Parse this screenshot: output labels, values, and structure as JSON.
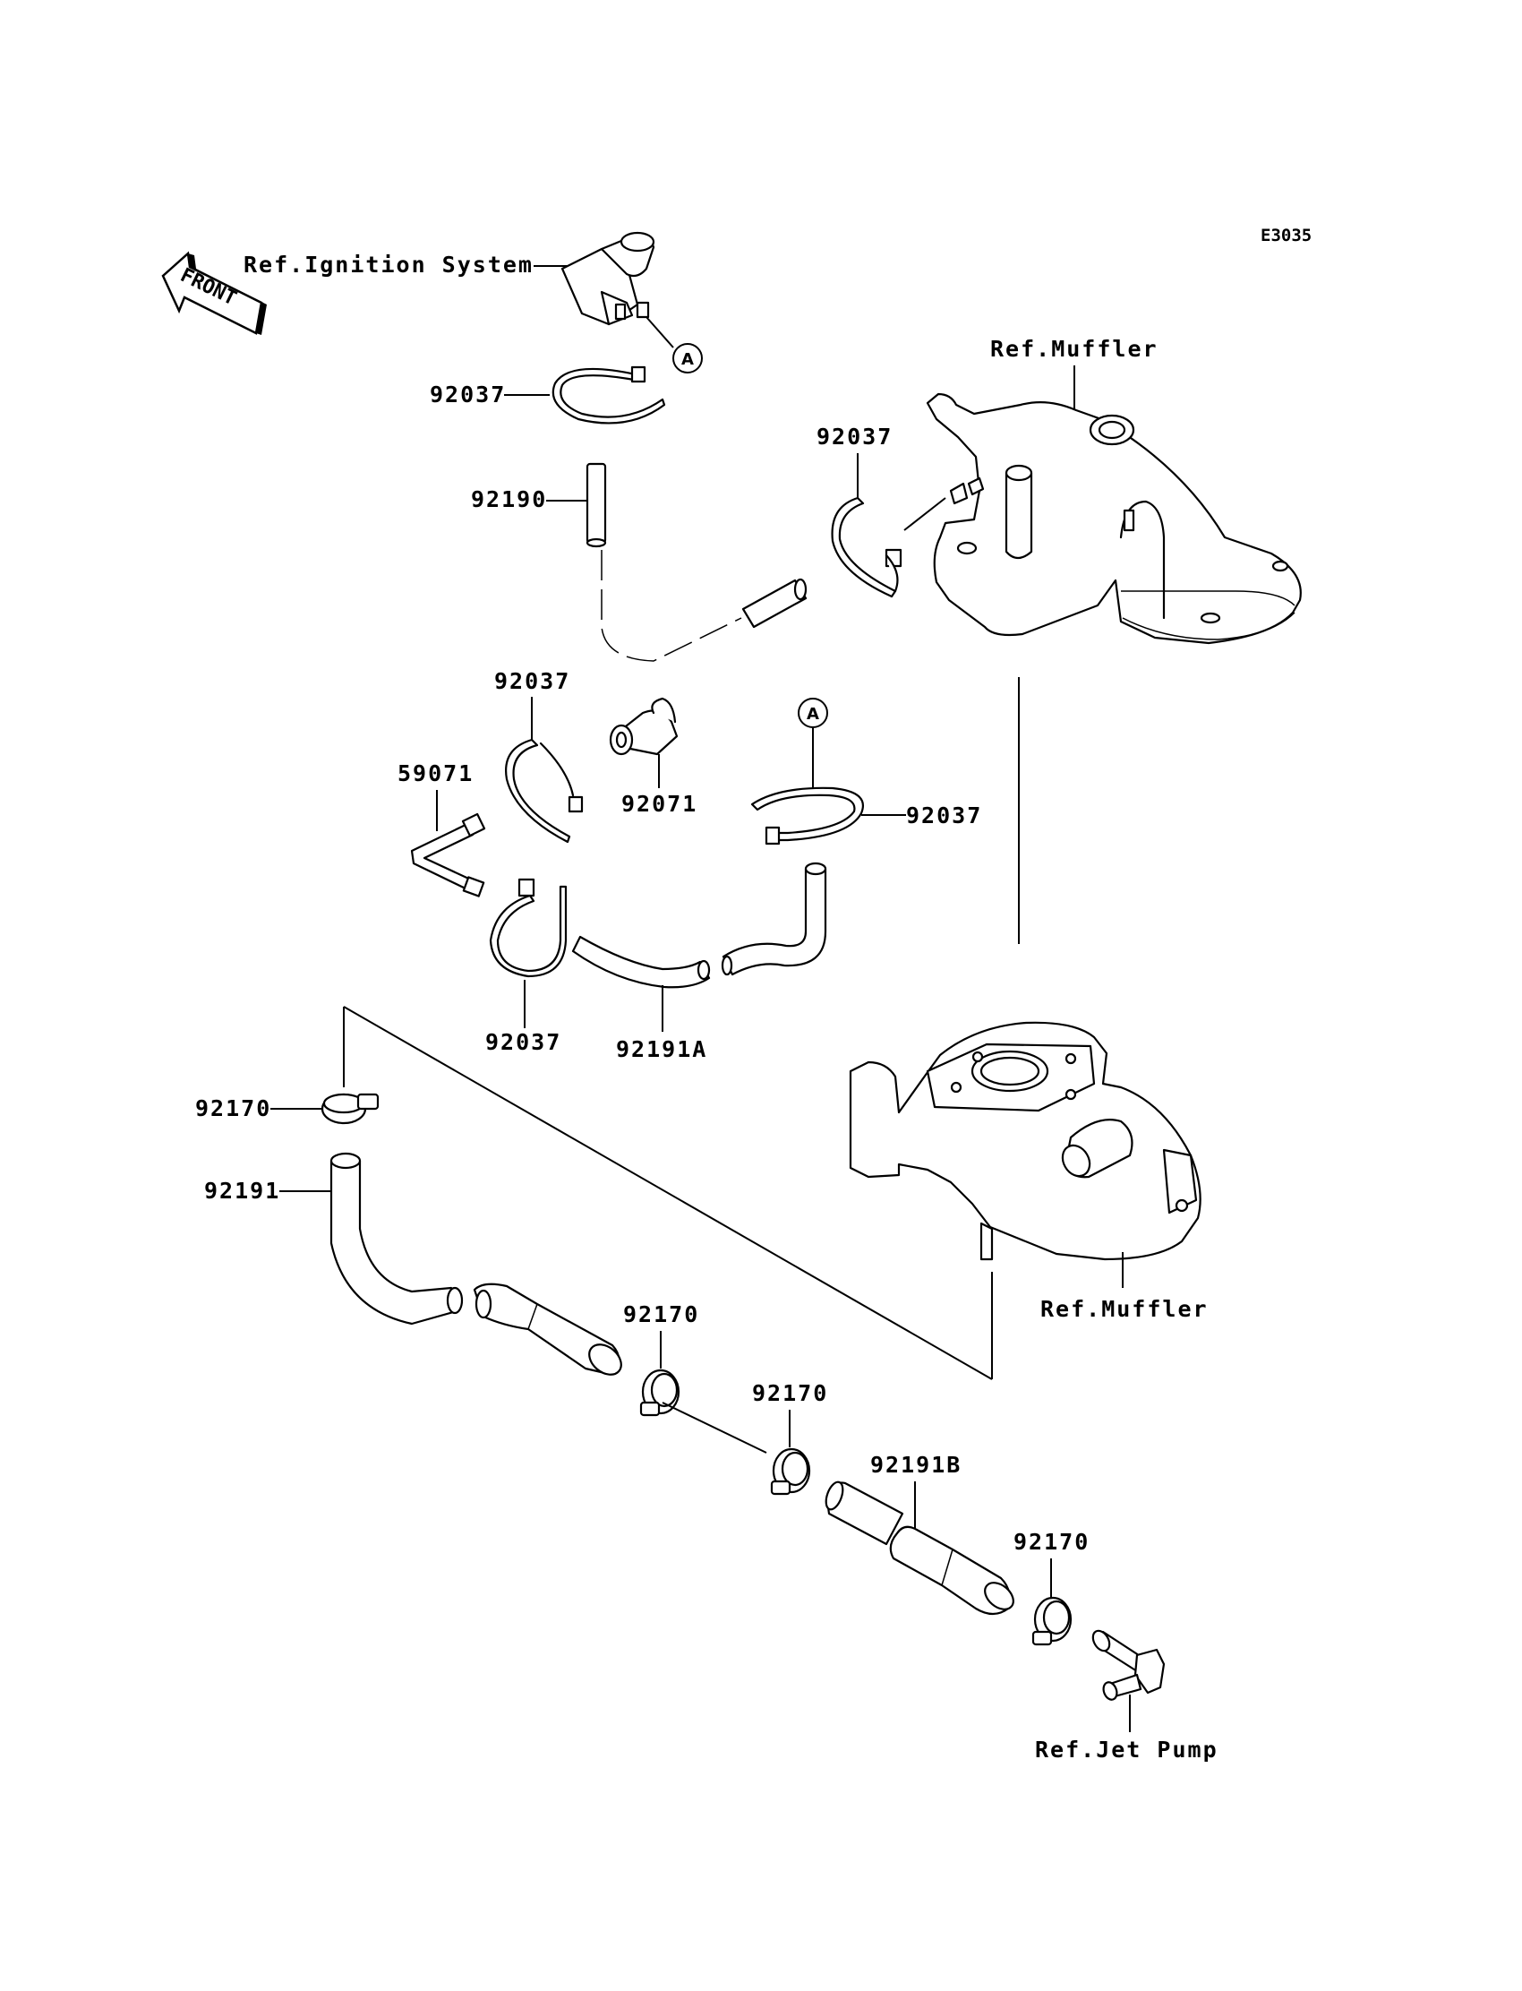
{
  "diagram_code": "E3035",
  "direction_label": "FRONT",
  "callout": "A",
  "references": {
    "ignition": "Ref.Ignition System",
    "muffler_top": "Ref.Muffler",
    "muffler_bottom": "Ref.Muffler",
    "jet_pump": "Ref.Jet Pump"
  },
  "parts": {
    "clamp_top": "92037",
    "hose_92190": "92190",
    "clamp_muffler": "92037",
    "clamp_mid_left": "92037",
    "fitting_92071": "92071",
    "clamp_mid_right": "92037",
    "pipe_59071": "59071",
    "clamp_lower_left": "92037",
    "hose_92191A": "92191A",
    "hose_clamp_1": "92170",
    "hose_92191": "92191",
    "hose_clamp_2": "92170",
    "hose_clamp_3": "92170",
    "hose_92191B": "92191B",
    "hose_clamp_4": "92170"
  }
}
